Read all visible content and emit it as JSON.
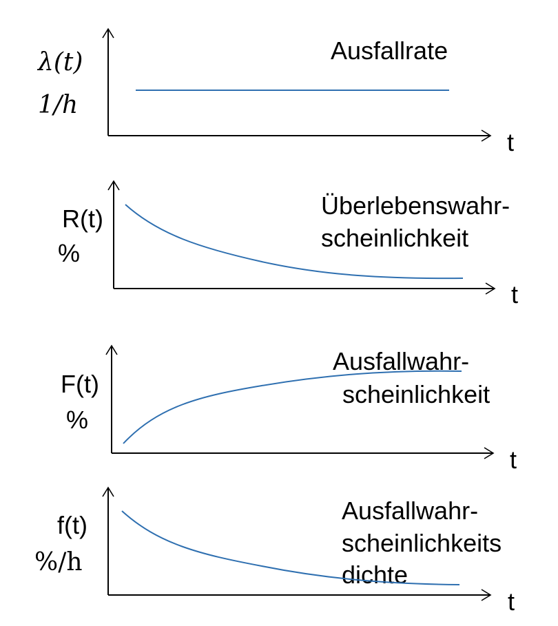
{
  "panels": [
    {
      "title_lines": [
        "Ausfallrate"
      ],
      "ylabel_lines": [
        "λ(t)",
        "1/h"
      ],
      "xlabel": "t",
      "curve": "constant"
    },
    {
      "title_lines": [
        "Überlebenswahr-",
        "scheinlichkeit"
      ],
      "ylabel_lines": [
        "R(t)",
        "%"
      ],
      "xlabel": "t",
      "curve": "decreasing"
    },
    {
      "title_lines": [
        "Ausfallwahr-",
        "scheinlichkeit"
      ],
      "ylabel_lines": [
        "F(t)",
        "%"
      ],
      "xlabel": "t",
      "curve": "increasing"
    },
    {
      "title_lines": [
        "Ausfallwahr-",
        "scheinlichkeits",
        "dichte"
      ],
      "ylabel_lines": [
        "f(t)",
        "%/h"
      ],
      "xlabel": "t",
      "curve": "decreasing"
    }
  ],
  "colors": {
    "curve": "#2e6fb0",
    "axis": "#000000"
  }
}
